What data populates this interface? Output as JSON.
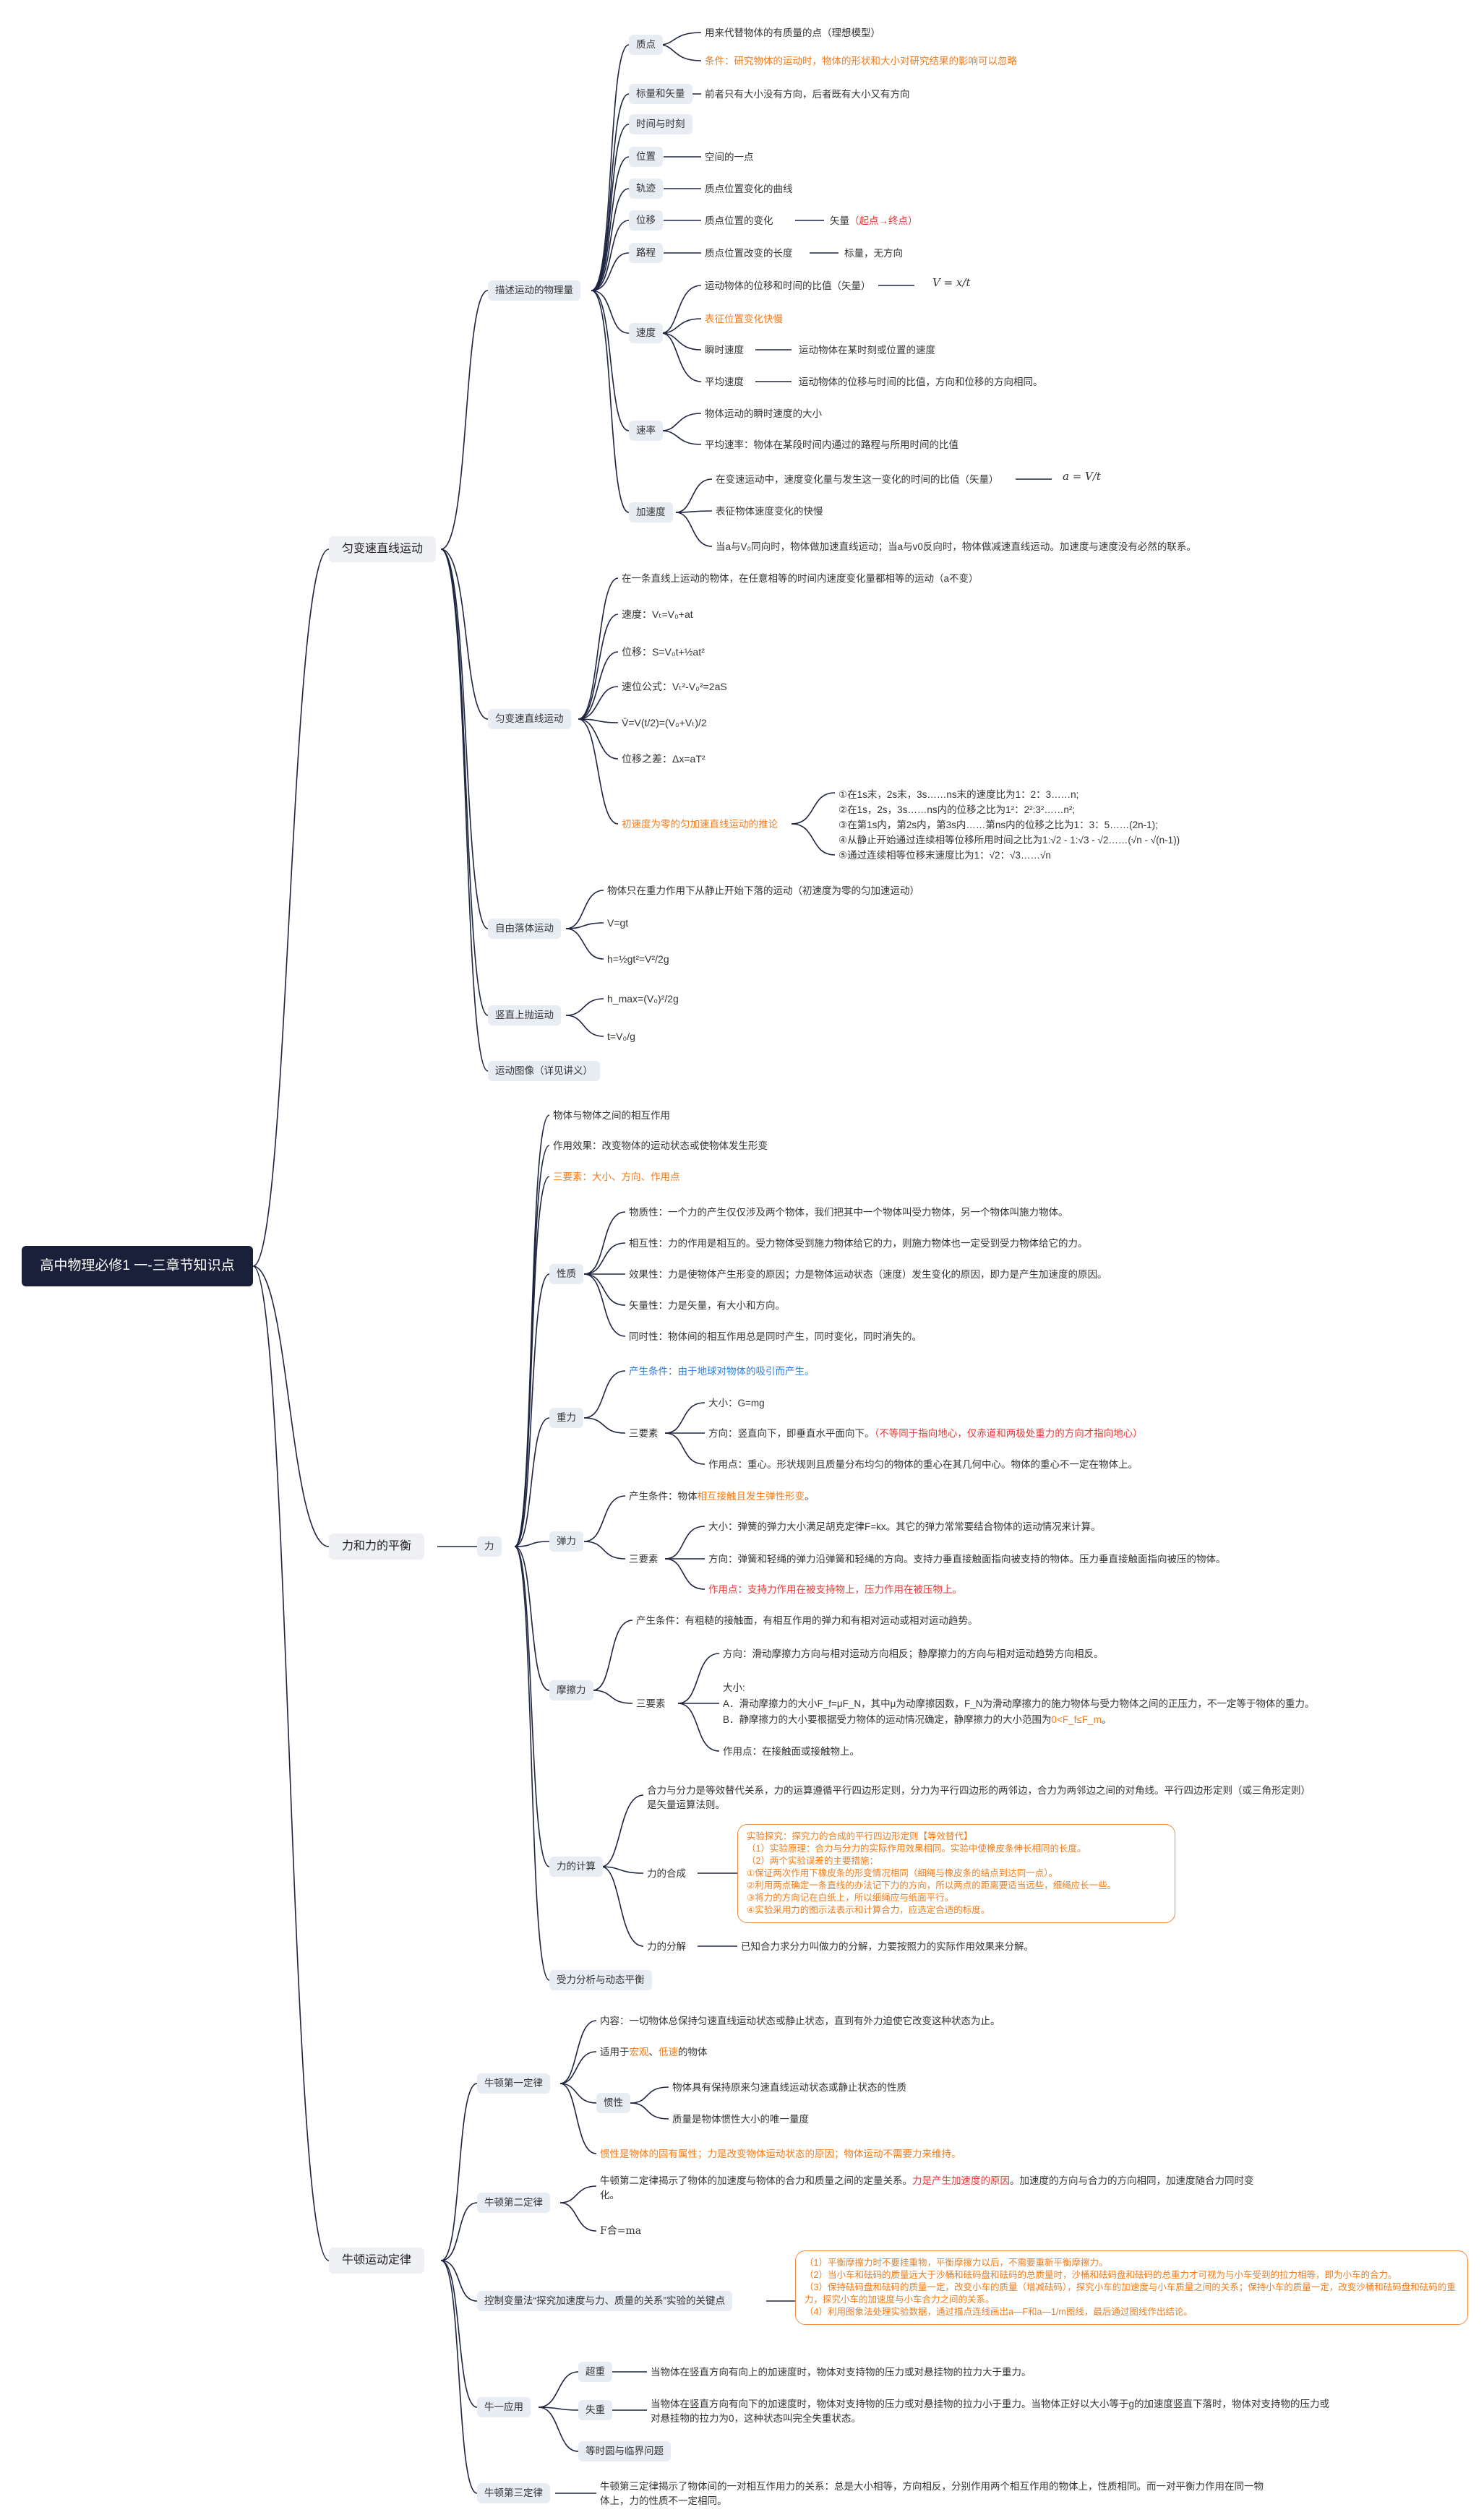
{
  "root": "高中物理必修1 一-三章节知识点",
  "ch1": {
    "title": "匀变速直线运动",
    "describe": {
      "title": "描述运动的物理量",
      "particle": {
        "label": "质点",
        "def": "用来代替物体的有质量的点（理想模型）",
        "cond": "条件：研究物体的运动时，物体的形状和大小对研究结果的影响可以忽略"
      },
      "scalar": {
        "label": "标量和矢量",
        "text": "前者只有大小没有方向，后者既有大小又有方向"
      },
      "time": {
        "label": "时间与时刻"
      },
      "position": {
        "label": "位置",
        "text": "空间的一点"
      },
      "track": {
        "label": "轨迹",
        "text": "质点位置变化的曲线"
      },
      "disp": {
        "label": "位移",
        "text": "质点位置的变化",
        "vec": "矢量",
        "vec_note": "（起点→终点）"
      },
      "path": {
        "label": "路程",
        "text": "质点位置改变的长度",
        "scalar": "标量，无方向"
      },
      "velocity": {
        "label": "速度",
        "def": "运动物体的位移和时间的比值（矢量）",
        "formula": "V = x/t",
        "role": "表征位置变化快慢",
        "inst_label": "瞬时速度",
        "inst": "运动物体在某时刻或位置的速度",
        "avg_label": "平均速度",
        "avg": "运动物体的位移与时间的比值，方向和位移的方向相同。"
      },
      "speed": {
        "label": "速率",
        "text1": "物体运动的瞬时速度的大小",
        "text2": "平均速率：物体在某段时间内通过的路程与所用时间的比值"
      },
      "accel": {
        "label": "加速度",
        "def": "在变速运动中，速度变化量与发生这一变化的时间的比值（矢量）",
        "formula": "a = V/t",
        "role": "表征物体速度变化的快慢",
        "note": "当a与V₀同向时，物体做加速直线运动；当a与v0反向时，物体做减速直线运动。加速度与速度没有必然的联系。"
      }
    },
    "uniform": {
      "title": "匀变速直线运动",
      "def": "在一条直线上运动的物体，在任意相等的时间内速度变化量都相等的运动（a不变）",
      "v": "速度：Vₜ=V₀+at",
      "x": "位移：S=V₀t+½at²",
      "vx": "速位公式：Vₜ²-V₀²=2aS",
      "avg": "V̄=V(t/2)=(V₀+Vₜ)/2",
      "dx": "位移之差：Δx=aT²",
      "zero_label": "初速度为零的匀加速直线运动的推论",
      "zero": [
        "①在1s末，2s末，3s……ns末的速度比为1：2：3……n;",
        "②在1s，2s，3s……ns内的位移之比为1²：2²:3²……n²;",
        "③在第1s内，第2s内，第3s内……第ns内的位移之比为1：3：5……(2n-1);",
        "④从静止开始通过连续相等位移所用时间之比为1:√2 - 1:√3 - √2……(√n - √(n-1))",
        "⑤通过连续相等位移末速度比为1：√2：√3……√n"
      ]
    },
    "freefall": {
      "title": "自由落体运动",
      "def": "物体只在重力作用下从静止开始下落的运动（初速度为零的匀加速运动）",
      "v": "V=gt",
      "h": "h=½gt²=V²/2g"
    },
    "vertical": {
      "title": "竖直上抛运动",
      "h": "h_max=(V₀)²/2g",
      "t": "t=V₀/g"
    },
    "graph": {
      "title": "运动图像（详见讲义）"
    }
  },
  "ch2": {
    "title": "力和力的平衡",
    "force": {
      "label": "力",
      "def": "物体与物体之间的相互作用",
      "effect": "作用效果：改变物体的运动状态或使物体发生形变",
      "three": "三要素：大小、方向、作用点",
      "nature": {
        "label": "性质",
        "items": [
          "物质性：一个力的产生仅仅涉及两个物体，我们把其中一个物体叫受力物体，另一个物体叫施力物体。",
          "相互性：力的作用是相互的。受力物体受到施力物体给它的力，则施力物体也一定受到受力物体给它的力。",
          "效果性：力是使物体产生形变的原因；力是物体运动状态（速度）发生变化的原因，即力是产生加速度的原因。",
          "矢量性：力是矢量，有大小和方向。",
          "同时性：物体间的相互作用总是同时产生，同时变化，同时消失的。"
        ]
      },
      "gravity": {
        "label": "重力",
        "cause": "产生条件：由于地球对物体的吸引而产生。",
        "three_label": "三要素",
        "size": "大小：G=mg",
        "dir": "方向：竖直向下，即垂直水平面向下。",
        "dir_note": "（不等同于指向地心，仅赤道和两极处重力的方向才指向地心）",
        "point": "作用点：重心。形状规则且质量分布均匀的物体的重心在其几何中心。物体的重心不一定在物体上。"
      },
      "elastic": {
        "label": "弹力",
        "cause_pre": "产生条件：物体",
        "cause_hl": "相互接触且发生弹性形变",
        "cause_post": "。",
        "three_label": "三要素",
        "size": "大小：弹簧的弹力大小满足胡克定律F=kx。其它的弹力常常要结合物体的运动情况来计算。",
        "dir": "方向：弹簧和轻绳的弹力沿弹簧和轻绳的方向。支持力垂直接触面指向被支持的物体。压力垂直接触面指向被压的物体。",
        "point": "作用点：支持力作用在被支持物上，压力作用在被压物上。"
      },
      "friction": {
        "label": "摩擦力",
        "cause": "产生条件：有粗糙的接触面，有相互作用的弹力和有相对运动或相对运动趋势。",
        "three_label": "三要素",
        "dir": "方向：滑动摩擦力方向与相对运动方向相反；静摩擦力的方向与相对运动趋势方向相反。",
        "size_label": "大小:",
        "size_a": "A．滑动摩擦力的大小F_f=μF_N，其中μ为动摩擦因数，F_N为滑动摩擦力的施力物体与受力物体之间的正压力，不一定等于物体的重力。",
        "size_b": "B．静摩擦力的大小要根据受力物体的运动情况确定，静摩擦力的大小范围为",
        "size_b_range": "0<F_f≤F_m",
        "size_b_end": "。",
        "point": "作用点：在接触面或接触物上。"
      },
      "calc": {
        "label": "力的计算",
        "desc": "合力与分力是等效替代关系，力的运算遵循平行四边形定则，分力为平行四边形的两邻边，合力为两邻边之间的对角线。平行四边形定则（或三角形定则）是矢量运算法则。",
        "compose_label": "力的合成",
        "compose_box": [
          "实验探究：探究力的合成的平行四边形定则【等效替代】",
          "（1）实验原理：合力与分力的实际作用效果相同。实验中使橡皮条伸长相同的长度。",
          "（2）两个实验误差的主要措施：",
          "①保证两次作用下橡皮条的形变情况相同（细绳与橡皮条的结点到达同一点）。",
          "②利用两点确定一条直线的办法记下力的方向，所以两点的距离要适当远些，细绳应长一些。",
          "③将力的方向记在白纸上，所以细绳应与纸面平行。",
          "④实验采用力的图示法表示和计算合力，应选定合适的标度。"
        ],
        "decompose_label": "力的分解",
        "decompose": "已知合力求分力叫做力的分解，力要按照力的实际作用效果来分解。"
      }
    },
    "analysis": "受力分析与动态平衡"
  },
  "ch3": {
    "title": "牛顿运动定律",
    "law1": {
      "label": "牛顿第一定律",
      "content": "内容：一切物体总保持匀速直线运动状态或静止状态，直到有外力迫使它改变这种状态为止。",
      "apply_pre": "适用于",
      "apply_a": "宏观",
      "apply_mid": "、",
      "apply_b": "低速",
      "apply_post": "的物体",
      "inertia_label": "惯性",
      "inertia1": "物体具有保持原来匀速直线运动状态或静止状态的性质",
      "inertia2": "质量是物体惯性大小的唯一量度",
      "note": "惯性是物体的固有属性；力是改变物体运动状态的原因；物体运动不需要力来维持。"
    },
    "law2": {
      "label": "牛顿第二定律",
      "desc_pre": "牛顿第二定律揭示了物体的加速度与物体的合力和质量之间的定量关系。",
      "desc_hl": "力是产生加速度的原因",
      "desc_post": "。加速度的方向与合力的方向相同，加速度随合力同时变化。",
      "formula": "F合=ma"
    },
    "control": {
      "label": "控制变量法“探究加速度与力、质量的关系”实验的关键点",
      "box": [
        "（1）平衡摩擦力时不要挂重物，平衡摩擦力以后，不需要重新平衡摩擦力。",
        "（2）当小车和砝码的质量远大于沙桶和砝码盘和砝码的总质量时，沙桶和砝码盘和砝码的总重力才可视为与小车受到的拉力相等，即为小车的合力。",
        "（3）保持砝码盘和砝码的质量一定，改变小车的质量（增减砝码），探究小车的加速度与小车质量之间的关系；保持小车的质量一定，改变沙桶和砝码盘和砝码的重力，探究小车的加速度与小车合力之间的关系。",
        "（4）利用图象法处理实验数据，通过描点连线画出a—F和a—1/m图线，最后通过图线作出结论。"
      ]
    },
    "apply": {
      "label": "牛一应用",
      "over_label": "超重",
      "over": "当物体在竖直方向有向上的加速度时，物体对支持物的压力或对悬挂物的拉力大于重力。",
      "lose_label": "失重",
      "lose": "当物体在竖直方向有向下的加速度时，物体对支持物的压力或对悬挂物的拉力小于重力。当物体正好以大小等于g的加速度竖直下落时，物体对支持物的压力或对悬挂物的拉力为0，这种状态叫完全失重状态。",
      "eq": "等时圆与临界问题"
    },
    "law3": {
      "label": "牛顿第三定律",
      "text": "牛顿第三定律揭示了物体间的一对相互作用力的关系：总是大小相等，方向相反，分别作用两个相互作用的物体上，性质相同。而一对平衡力作用在同一物体上，力的性质不一定相同。"
    }
  }
}
